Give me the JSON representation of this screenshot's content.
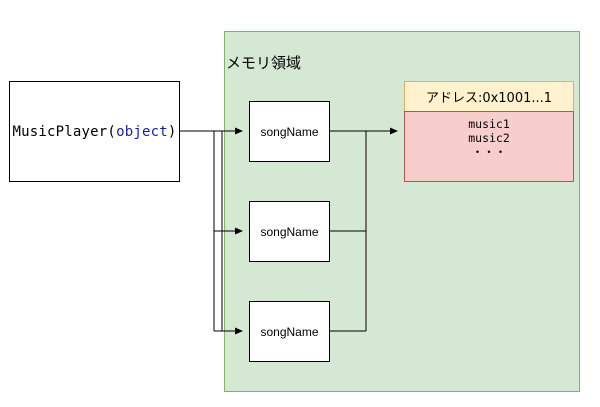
{
  "memory_region": {
    "label": "メモリ領域"
  },
  "music_player": {
    "name": "MusicPlayer",
    "paren_open": "(",
    "type": "object",
    "paren_close": ")"
  },
  "song_refs": [
    {
      "label": "songName"
    },
    {
      "label": "songName"
    },
    {
      "label": "songName"
    }
  ],
  "memory_block": {
    "address": "アドレス:0x1001...1",
    "contents": [
      "music1",
      "music2",
      "・・・"
    ]
  },
  "colors": {
    "region_fill": "#d5e8d4",
    "region_border": "#82b366",
    "address_fill": "#fff2cc",
    "address_border": "#d6b656",
    "contents_fill": "#f8cecc",
    "contents_border": "#b85450",
    "object_keyword": "#1a1ab0"
  }
}
